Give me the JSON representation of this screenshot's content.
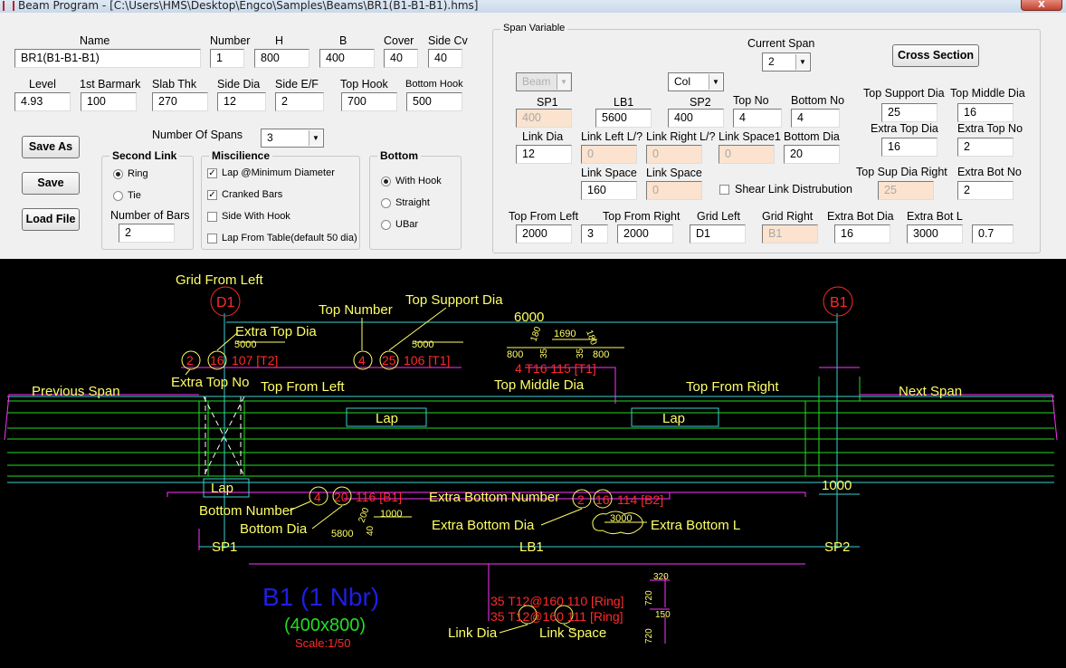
{
  "window": {
    "title": "Beam Program - [C:\\Users\\HMS\\Desktop\\Engco\\Samples\\Beams\\BR1(B1-B1-B1).hms]",
    "close": "X"
  },
  "fields": {
    "name": {
      "label": "Name",
      "value": "BR1(B1-B1-B1)"
    },
    "number": {
      "label": "Number",
      "value": "1"
    },
    "h": {
      "label": "H",
      "value": "800"
    },
    "b": {
      "label": "B",
      "value": "400"
    },
    "cover": {
      "label": "Cover",
      "value": "40"
    },
    "side_cv": {
      "label": "Side Cv",
      "value": "40"
    },
    "level": {
      "label": "Level",
      "value": "4.93"
    },
    "first_barmark": {
      "label": "1st Barmark",
      "value": "100"
    },
    "slab_thk": {
      "label": "Slab Thk",
      "value": "270"
    },
    "side_dia": {
      "label": "Side Dia",
      "value": "12"
    },
    "side_ef": {
      "label": "Side E/F",
      "value": "2"
    },
    "top_hook": {
      "label": "Top Hook",
      "value": "700"
    },
    "bottom_hook": {
      "label": "Bottom Hook",
      "value": "500"
    },
    "number_of_spans": {
      "label": "Number Of Spans",
      "value": "3"
    }
  },
  "buttons": {
    "save_as": "Save As",
    "save": "Save",
    "load_file": "Load File",
    "cross_section": "Cross Section"
  },
  "second_link": {
    "title": "Second Link",
    "ring": "Ring",
    "tie": "Tie",
    "number_of_bars_label": "Number of Bars",
    "number_of_bars": "2",
    "selected": "Ring"
  },
  "miscilience": {
    "title": "Miscilience",
    "items": [
      {
        "label": "Lap @Minimum Diameter",
        "checked": true
      },
      {
        "label": "Cranked Bars",
        "checked": true
      },
      {
        "label": "Side With Hook",
        "checked": false
      },
      {
        "label": "Lap From Table(default 50 dia)",
        "checked": false
      }
    ]
  },
  "bottom": {
    "title": "Bottom",
    "options": [
      "With Hook",
      "Straight",
      "UBar"
    ],
    "selected": "With Hook"
  },
  "span": {
    "title": "Span Variable",
    "current_span_label": "Current Span",
    "current_span": "2",
    "left_type": "Beam",
    "right_type": "Col",
    "sp1": {
      "label": "SP1",
      "value": "400"
    },
    "lb1": {
      "label": "LB1",
      "value": "5600"
    },
    "sp2": {
      "label": "SP2",
      "value": "400"
    },
    "top_no": {
      "label": "Top  No",
      "value": "4"
    },
    "bottom_no": {
      "label": "Bottom  No",
      "value": "4"
    },
    "link_dia": {
      "label": "Link Dia",
      "value": "12"
    },
    "link_left": {
      "label": "Link Left L/?",
      "value": "0"
    },
    "link_right": {
      "label": "Link Right L/?",
      "value": "0"
    },
    "link_space1": {
      "label": "Link Space1",
      "value": "0"
    },
    "bottom_dia": {
      "label": "Bottom Dia",
      "value": "20"
    },
    "link_space": {
      "label": "Link Space",
      "value": "160"
    },
    "link_space_b": {
      "label": "Link Space",
      "value": "0"
    },
    "shear_link": {
      "label": "Shear Link Distrubution",
      "checked": false
    },
    "top_support_dia": {
      "label": "Top Support Dia",
      "value": "25"
    },
    "top_middle_dia": {
      "label": "Top Middle Dia",
      "value": "16"
    },
    "extra_top_dia": {
      "label": "Extra Top Dia",
      "value": "16"
    },
    "extra_top_no": {
      "label": "Extra Top No",
      "value": "2"
    },
    "top_sup_dia_right": {
      "label": "Top Sup Dia Right",
      "value": "25"
    },
    "extra_bot_no": {
      "label": "Extra Bot No",
      "value": "2"
    },
    "top_from_left": {
      "label": "Top From Left",
      "value": "2000"
    },
    "top_from_left_n": {
      "value": "3"
    },
    "top_from_right": {
      "label": "Top From Right",
      "value": "2000"
    },
    "grid_left": {
      "label": "Grid Left",
      "value": "D1"
    },
    "grid_right": {
      "label": "Grid Right",
      "value": "B1"
    },
    "extra_bot_dia": {
      "label": "Extra Bot Dia",
      "value": "16"
    },
    "extra_bot_l": {
      "label": "Extra Bot L",
      "value": "3000"
    },
    "extra_bot_l_factor": {
      "value": "0.7"
    }
  },
  "drawing": {
    "grid_from_left": "Grid From Left",
    "grid_left": "D1",
    "grid_right": "B1",
    "top_number": "Top Number",
    "top_support_dia": "Top Support Dia",
    "span_length": "6000",
    "extra_top_dia": "Extra Top Dia",
    "extra_top_no": "Extra Top No",
    "top_from_left": "Top From Left",
    "top_middle_dia": "Top Middle Dia",
    "top_from_right": "Top From Right",
    "previous_span": "Previous Span",
    "next_span": "Next Span",
    "lap": "Lap",
    "dim_5000": "5000",
    "dim_1690": "1690",
    "dim_800": "800",
    "dim_180": "180",
    "dim_35": "35",
    "dim_40": "40",
    "bar_t2_no": "2",
    "bar_t2_dia": "16",
    "bar_t2": "107 [T2]",
    "bar_t1_no": "4",
    "bar_t1_dia": "25",
    "bar_t1": "106 [T1]",
    "bar_mid": "4 T16 115 [T1]",
    "bottom_number": "Bottom Number",
    "bottom_dia": "Bottom Dia",
    "bar_b1_no": "4",
    "bar_b1_dia": "20",
    "bar_b1": "116 [B1]",
    "extra_bottom_number": "Extra Bottom Number",
    "extra_bottom_dia": "Extra Bottom Dia",
    "extra_bottom_l": "Extra Bottom L",
    "bar_b2_no": "2",
    "bar_b2_dia": "16",
    "bar_b2": "114 [B2]",
    "dim_1000": "1000",
    "dim_200": "200",
    "dim_5800": "5800",
    "dim_3000": "3000",
    "sp1": "SP1",
    "lb1": "LB1",
    "sp2": "SP2",
    "beam_title": "B1 (1 Nbr)",
    "beam_size": "(400x800)",
    "scale": "Scale:1/50",
    "link1": "35 T12@160 110 [Ring]",
    "link2": "35 T12@160 111 [Ring]",
    "link_dia": "Link Dia",
    "link_space": "Link Space",
    "dim_320": "320",
    "dim_720": "720",
    "dim_150": "150"
  },
  "colors": {
    "cad_bg": "#000000",
    "beam_line": "#00ff00",
    "dim": "#ff00ff",
    "label": "#ffff66",
    "bar": "#ff2a2a",
    "title": "#1e1ee6",
    "size": "#22dd22",
    "grid_dim": "#00ffff"
  }
}
